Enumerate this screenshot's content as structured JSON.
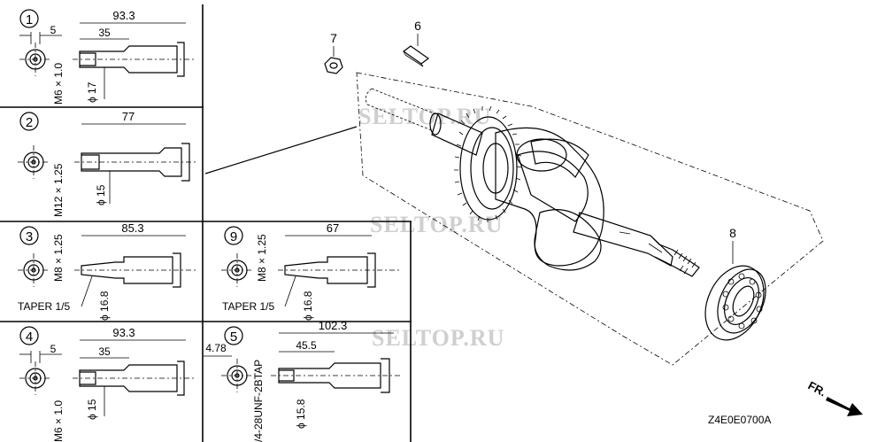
{
  "watermark": "SELTOP.RU",
  "diagram_code": "Z4E0E0700A",
  "front_label": "FR.",
  "panels": [
    {
      "num": "1",
      "len": "93.3",
      "d1": "5",
      "d2": "35",
      "thread": "M6 × 1.0",
      "dia": "ϕ 17"
    },
    {
      "num": "2",
      "len": "77",
      "thread": "M12 × 1.25",
      "dia": "ϕ 15"
    },
    {
      "num": "3",
      "len": "85.3",
      "thread": "M8 × 1.25",
      "dia": "ϕ 16.8",
      "taper": "TAPER 1/5"
    },
    {
      "num": "9",
      "len": "67",
      "thread": "M8 × 1.25",
      "dia": "ϕ 16.8",
      "taper": "TAPER 1/5"
    },
    {
      "num": "4",
      "len": "93.3",
      "d1": "5",
      "d2": "35",
      "thread": "M6 × 1.0",
      "dia": "ϕ 15"
    },
    {
      "num": "5",
      "len": "102.3",
      "d1": "4.78",
      "d2": "45.5",
      "thread": "/4-28UNF-2BTAP",
      "dia": "ϕ 15.8"
    }
  ],
  "parts": [
    {
      "num": "7"
    },
    {
      "num": "6"
    },
    {
      "num": "8"
    }
  ]
}
